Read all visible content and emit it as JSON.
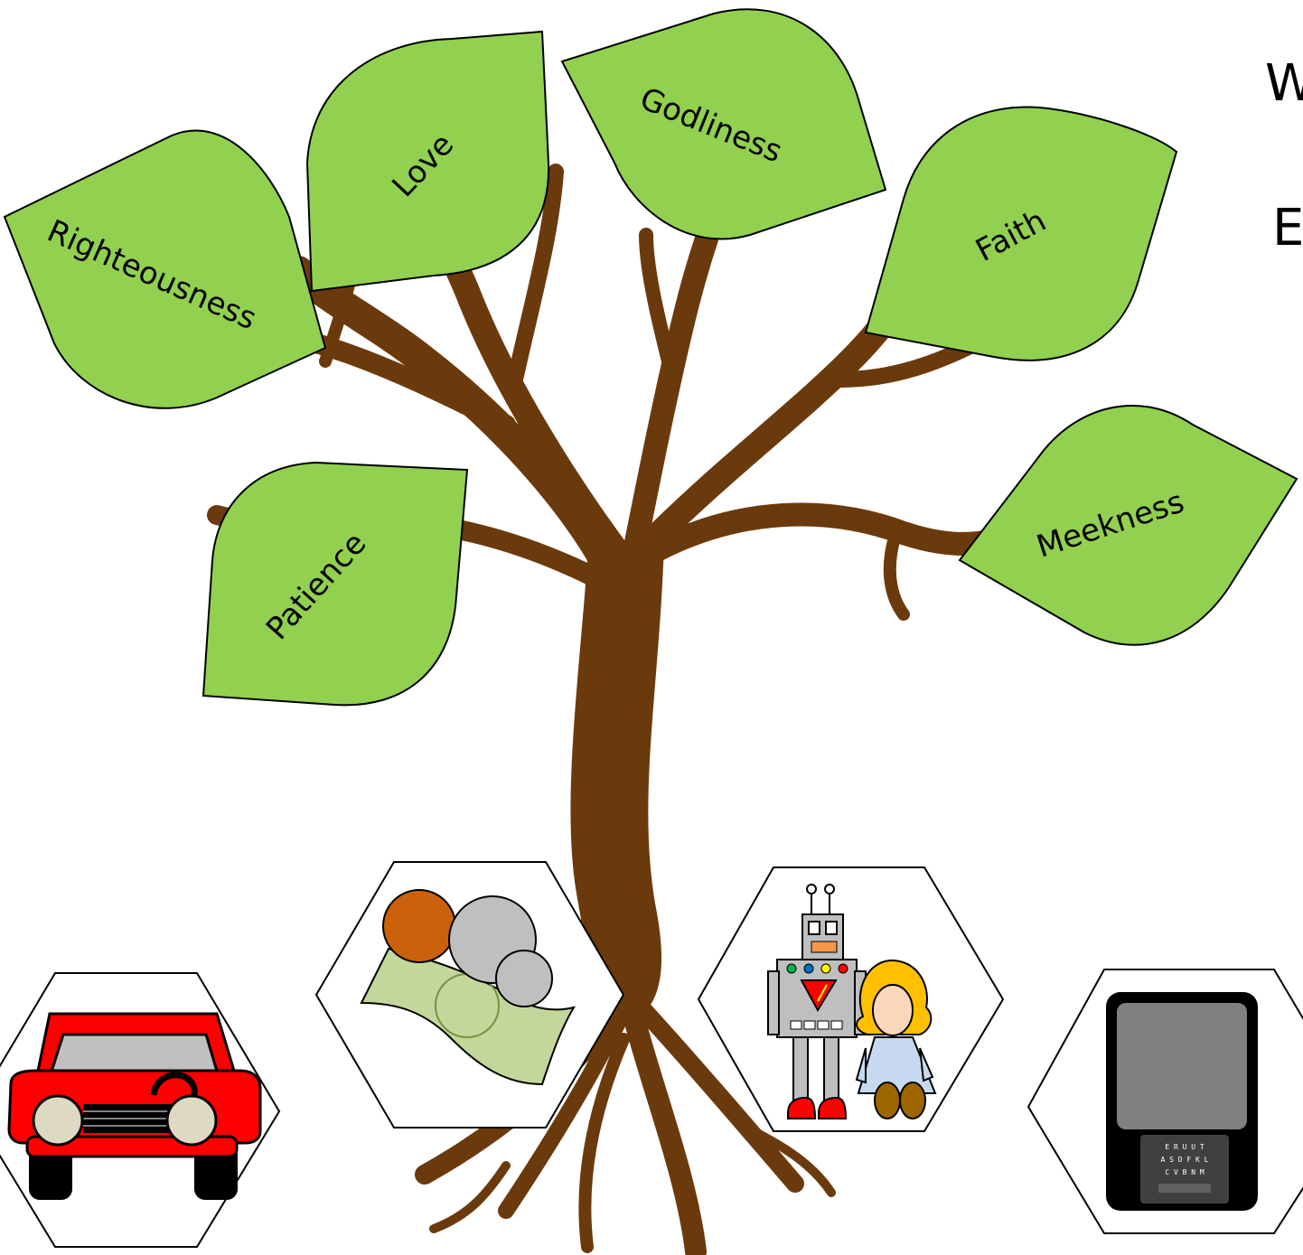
{
  "colors": {
    "trunk": "#6B3A0C",
    "leaf_fill": "#92D050",
    "car_red": "#FF0000",
    "coin_orange": "#CC610B",
    "money_green": "#C4D79B"
  },
  "heading": {
    "line1": "W",
    "line2": "E"
  },
  "leaves": [
    {
      "word": "Righteousness"
    },
    {
      "word": "Love"
    },
    {
      "word": "Godliness"
    },
    {
      "word": "Faith"
    },
    {
      "word": "Patience"
    },
    {
      "word": "Meekness"
    }
  ],
  "hexagons": [
    {
      "icon": "car-icon"
    },
    {
      "icon": "money-icon"
    },
    {
      "icon": "toys-icon"
    },
    {
      "icon": "ereader-icon"
    }
  ],
  "ereader_keys": {
    "row1": "E R U U T",
    "row2": "A S D F K L",
    "row3": "C V B N M"
  }
}
